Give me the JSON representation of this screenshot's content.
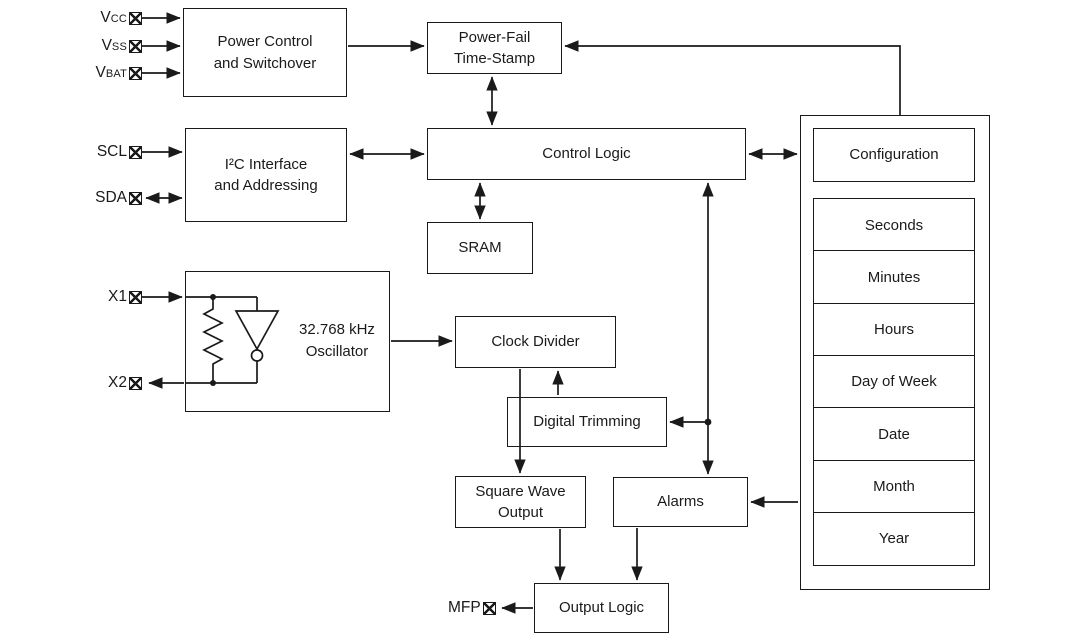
{
  "blocks": {
    "power_control": {
      "label": "Power Control\nand Switchover"
    },
    "power_fail": {
      "label": "Power-Fail\nTime-Stamp"
    },
    "i2c": {
      "label": "I²C Interface\nand Addressing"
    },
    "control_logic": {
      "label": "Control Logic"
    },
    "sram": {
      "label": "SRAM"
    },
    "oscillator": {
      "label": "32.768 kHz\nOscillator"
    },
    "clock_divider": {
      "label": "Clock Divider"
    },
    "digital_trimming": {
      "label": "Digital Trimming"
    },
    "square_wave": {
      "label": "Square Wave\nOutput"
    },
    "alarms": {
      "label": "Alarms"
    },
    "output_logic": {
      "label": "Output Logic"
    },
    "configuration": {
      "label": "Configuration"
    }
  },
  "registers": [
    "Seconds",
    "Minutes",
    "Hours",
    "Day of Week",
    "Date",
    "Month",
    "Year"
  ],
  "pins": {
    "vcc": {
      "name": "V",
      "sub": "CC"
    },
    "vss": {
      "name": "V",
      "sub": "SS"
    },
    "vbat": {
      "name": "V",
      "sub": "BAT"
    },
    "scl": {
      "name": "SCL"
    },
    "sda": {
      "name": "SDA"
    },
    "x1": {
      "name": "X1"
    },
    "x2": {
      "name": "X2"
    },
    "mfp": {
      "name": "MFP"
    }
  },
  "icons": {
    "pad": "crossed-square-bond-pad",
    "crystal": "crystal-zigzag",
    "inverter": "inverter-triangle-with-bubble"
  },
  "colors": {
    "line": "#1a1a1a",
    "bg": "#ffffff"
  }
}
